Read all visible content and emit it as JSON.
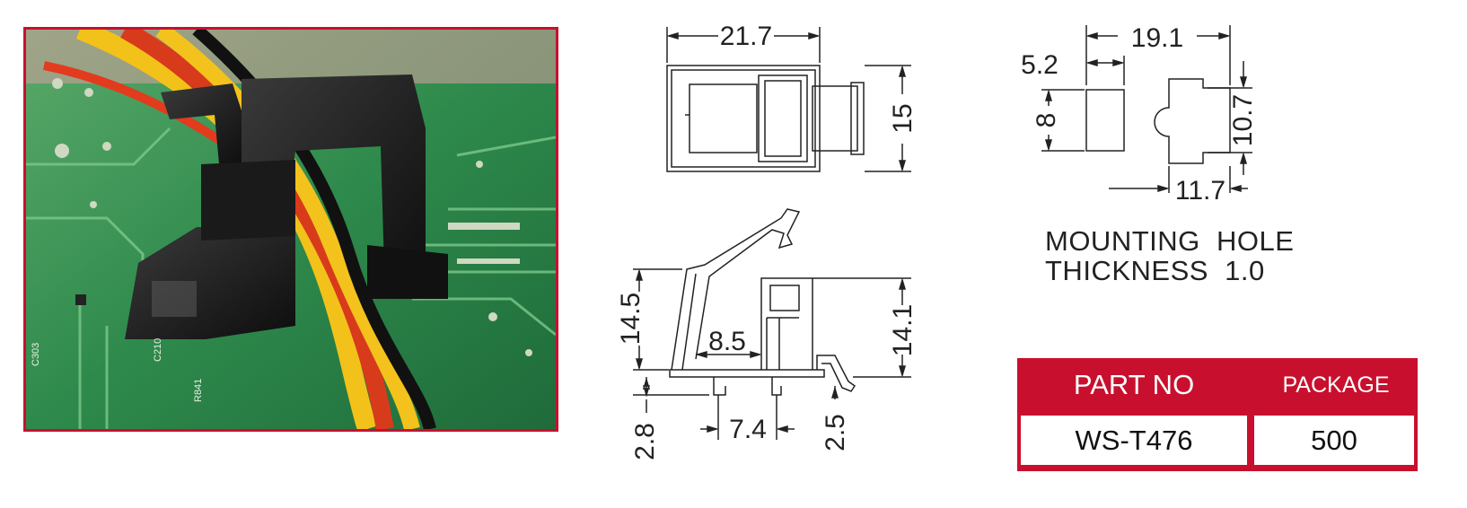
{
  "photo": {
    "board_labels": [
      "C210",
      "R841",
      "C303"
    ]
  },
  "dimensions": {
    "top_view_width": "21.7",
    "top_view_height": "15",
    "side_height_left": "14.5",
    "side_inner_width": "8.5",
    "side_height_right": "14.1",
    "leg_height": "2.8",
    "leg_spacing": "7.4",
    "leg_depth": "2.5",
    "hole_total_width": "19.1",
    "hole_slot_width": "5.2",
    "hole_slot_height": "8",
    "hole_height": "10.7",
    "hole_width": "11.7"
  },
  "notes": {
    "line1": "MOUNTING  HOLE",
    "line2": "THICKNESS  1.0"
  },
  "table": {
    "col1_header": "PART NO",
    "col2_header": "PACKAGE",
    "part_no": "WS-T476",
    "package": "500"
  },
  "colors": {
    "accent": "#c8102e",
    "pcb_green": "#2f8a4a",
    "clip_black": "#1c1c1c"
  }
}
